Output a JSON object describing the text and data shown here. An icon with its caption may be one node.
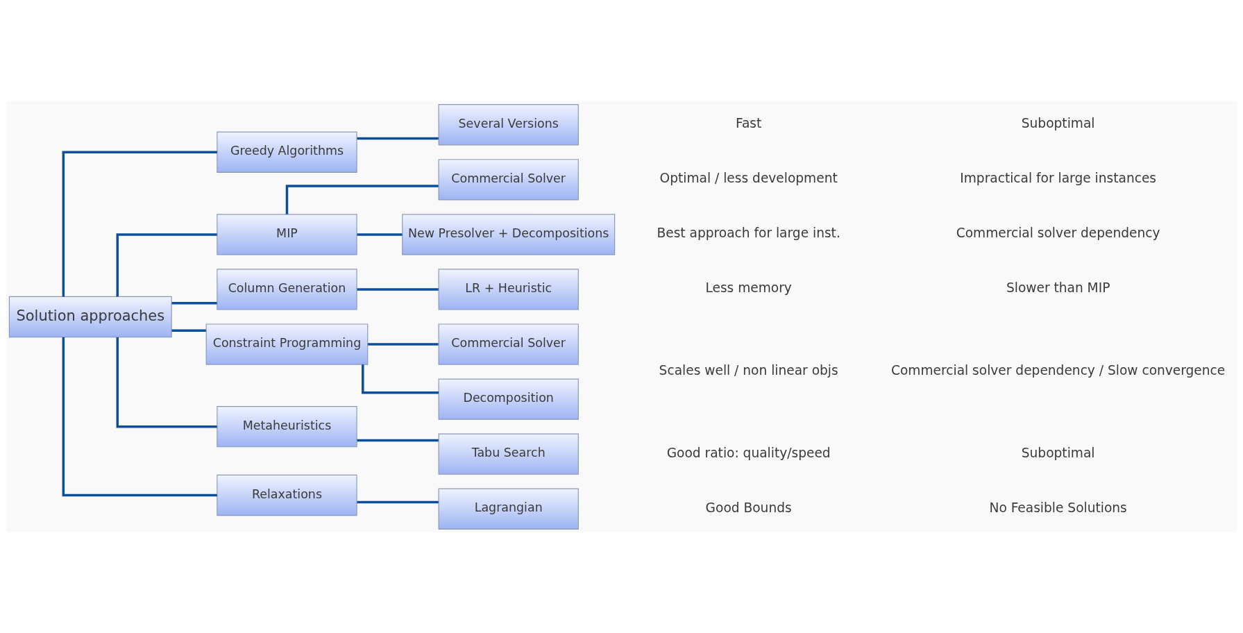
{
  "diagram": {
    "nodes": [
      {
        "text": [
          "Solution approaches"
        ]
      },
      {
        "text": [
          "Greedy Algorithms"
        ]
      },
      {
        "text": [
          "Several Versions"
        ]
      },
      {
        "text": [
          "MIP"
        ]
      },
      {
        "text": [
          "Commercial Solver"
        ]
      },
      {
        "text": [
          "New Presolver + Decompositions"
        ]
      },
      {
        "text": [
          "Column Generation"
        ]
      },
      {
        "text": [
          "LR + Heuristic"
        ]
      },
      {
        "text": [
          "Constraint Programming"
        ]
      },
      {
        "text": [
          "Commercial Solver"
        ]
      },
      {
        "text": [
          "Decomposition"
        ]
      },
      {
        "text": [
          "Metaheuristics"
        ]
      },
      {
        "text": [
          "Tabu Search"
        ]
      },
      {
        "text": [
          "Relaxations"
        ]
      },
      {
        "text": [
          "Lagrangian"
        ]
      }
    ],
    "edges": [
      {
        "from": 0,
        "to": 1,
        "arrow": "none"
      },
      {
        "from": 0,
        "to": 3,
        "arrow": "none"
      },
      {
        "from": 0,
        "to": 6,
        "arrow": "none"
      },
      {
        "from": 0,
        "to": 8,
        "arrow": "none"
      },
      {
        "from": 0,
        "to": 11,
        "arrow": "none"
      },
      {
        "from": 0,
        "to": 13,
        "arrow": "none"
      },
      {
        "from": 1,
        "to": 2,
        "arrow": "none"
      },
      {
        "from": 3,
        "to": 4,
        "arrow": "none"
      },
      {
        "from": 3,
        "to": 5,
        "arrow": "none"
      },
      {
        "from": 6,
        "to": 7,
        "arrow": "none"
      },
      {
        "from": 8,
        "to": 9,
        "arrow": "none"
      },
      {
        "from": 8,
        "to": 10,
        "arrow": "none"
      },
      {
        "from": 11,
        "to": 12,
        "arrow": "none"
      },
      {
        "from": 13,
        "to": 14,
        "arrow": "none"
      }
    ],
    "labels": [
      "Fast",
      "Suboptimal",
      "Optimal / less development",
      "Impractical for large instances",
      "Best approach for large inst.",
      "Commercial solver dependency",
      "Less memory",
      "Slower than MIP",
      "Scales well / non linear objs",
      "Commercial solver dependency / Slow convergence",
      "Good ratio: quality/speed",
      "Suboptimal",
      "Good Bounds",
      "No Feasible Solutions"
    ]
  }
}
